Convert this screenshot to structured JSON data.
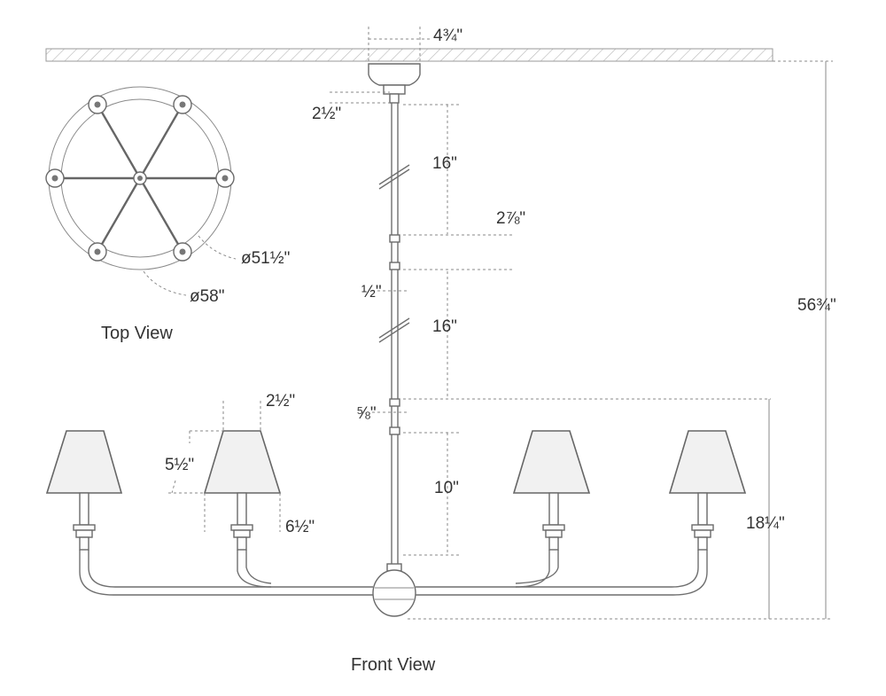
{
  "views": {
    "top_view_label": "Top View",
    "front_view_label": "Front View"
  },
  "dimensions": {
    "canopy_width": "4¾\"",
    "canopy_height": "2½\"",
    "stem_section_upper": "16\"",
    "stem_coupler_upper": "2⅞\"",
    "stem_gap": "½\"",
    "stem_section_lower": "16\"",
    "stem_coupler_lower": "⅝\"",
    "stem_section_bottom": "10\"",
    "shade_top_width": "2½\"",
    "shade_height": "5½\"",
    "shade_bottom_width": "6½\"",
    "fixture_height": "18¼\"",
    "overall_height": "56¾\"",
    "inner_diameter": "ø51½\"",
    "outer_diameter": "ø58\""
  },
  "colors": {
    "line": "#6f6f6f",
    "shade_fill": "#f1f1f1",
    "text": "#333333"
  }
}
